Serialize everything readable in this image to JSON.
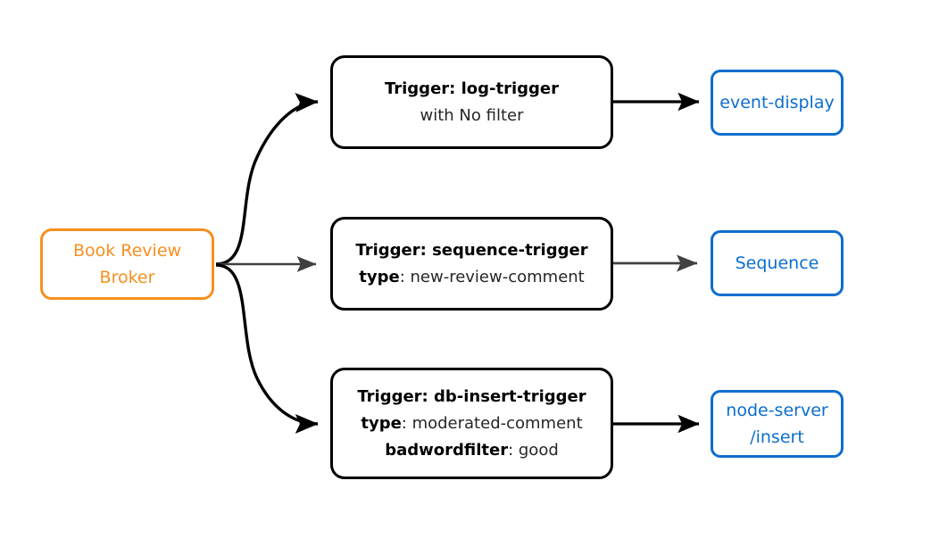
{
  "diagram": {
    "type": "flow-diagram",
    "background_color": "#ffffff",
    "colors": {
      "broker_accent": "#f5901f",
      "trigger_stroke": "#000000",
      "target_accent": "#0d6ecd",
      "edge_black": "#000000",
      "edge_gray": "#404040"
    }
  },
  "broker": {
    "line1": "Book Review",
    "line2": "Broker"
  },
  "triggers": [
    {
      "title": "Trigger: log-trigger",
      "detail_key": "",
      "detail_value": "with No filter",
      "extra_key": "",
      "extra_value": ""
    },
    {
      "title": "Trigger: sequence-trigger",
      "detail_key": "type",
      "detail_value": ": new-review-comment",
      "extra_key": "",
      "extra_value": ""
    },
    {
      "title": "Trigger: db-insert-trigger",
      "detail_key": "type",
      "detail_value": ": moderated-comment",
      "extra_key": "badwordfilter",
      "extra_value": ": good"
    }
  ],
  "targets": [
    {
      "line1": "event-display",
      "line2": ""
    },
    {
      "line1": "Sequence",
      "line2": ""
    },
    {
      "line1": "node-server",
      "line2": "/insert"
    }
  ]
}
